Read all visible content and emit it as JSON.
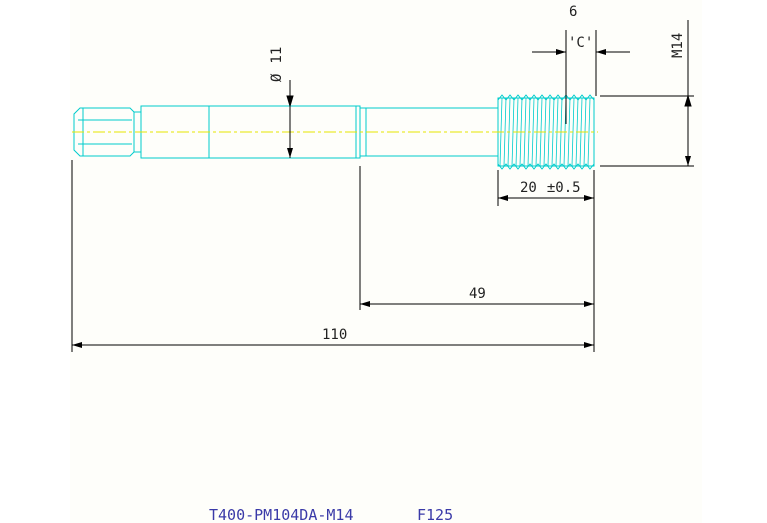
{
  "drawing": {
    "dimensions": {
      "diameter_symbol": "Ø",
      "diameter_value": "11",
      "thread_pitch": "6",
      "thread_callout": "'C'",
      "thread_size": "M14",
      "thread_length": "20",
      "thread_tolerance": "±0.5",
      "shoulder_length": "49",
      "overall_length": "110"
    },
    "title_block": {
      "part_number": "T400-PM104DA-M14",
      "code": "F125"
    },
    "colors": {
      "part_outline": "#00cccc",
      "dimension_lines": "#000000",
      "center_line": "#e6e600",
      "title_text": "#3a3aa8"
    }
  }
}
